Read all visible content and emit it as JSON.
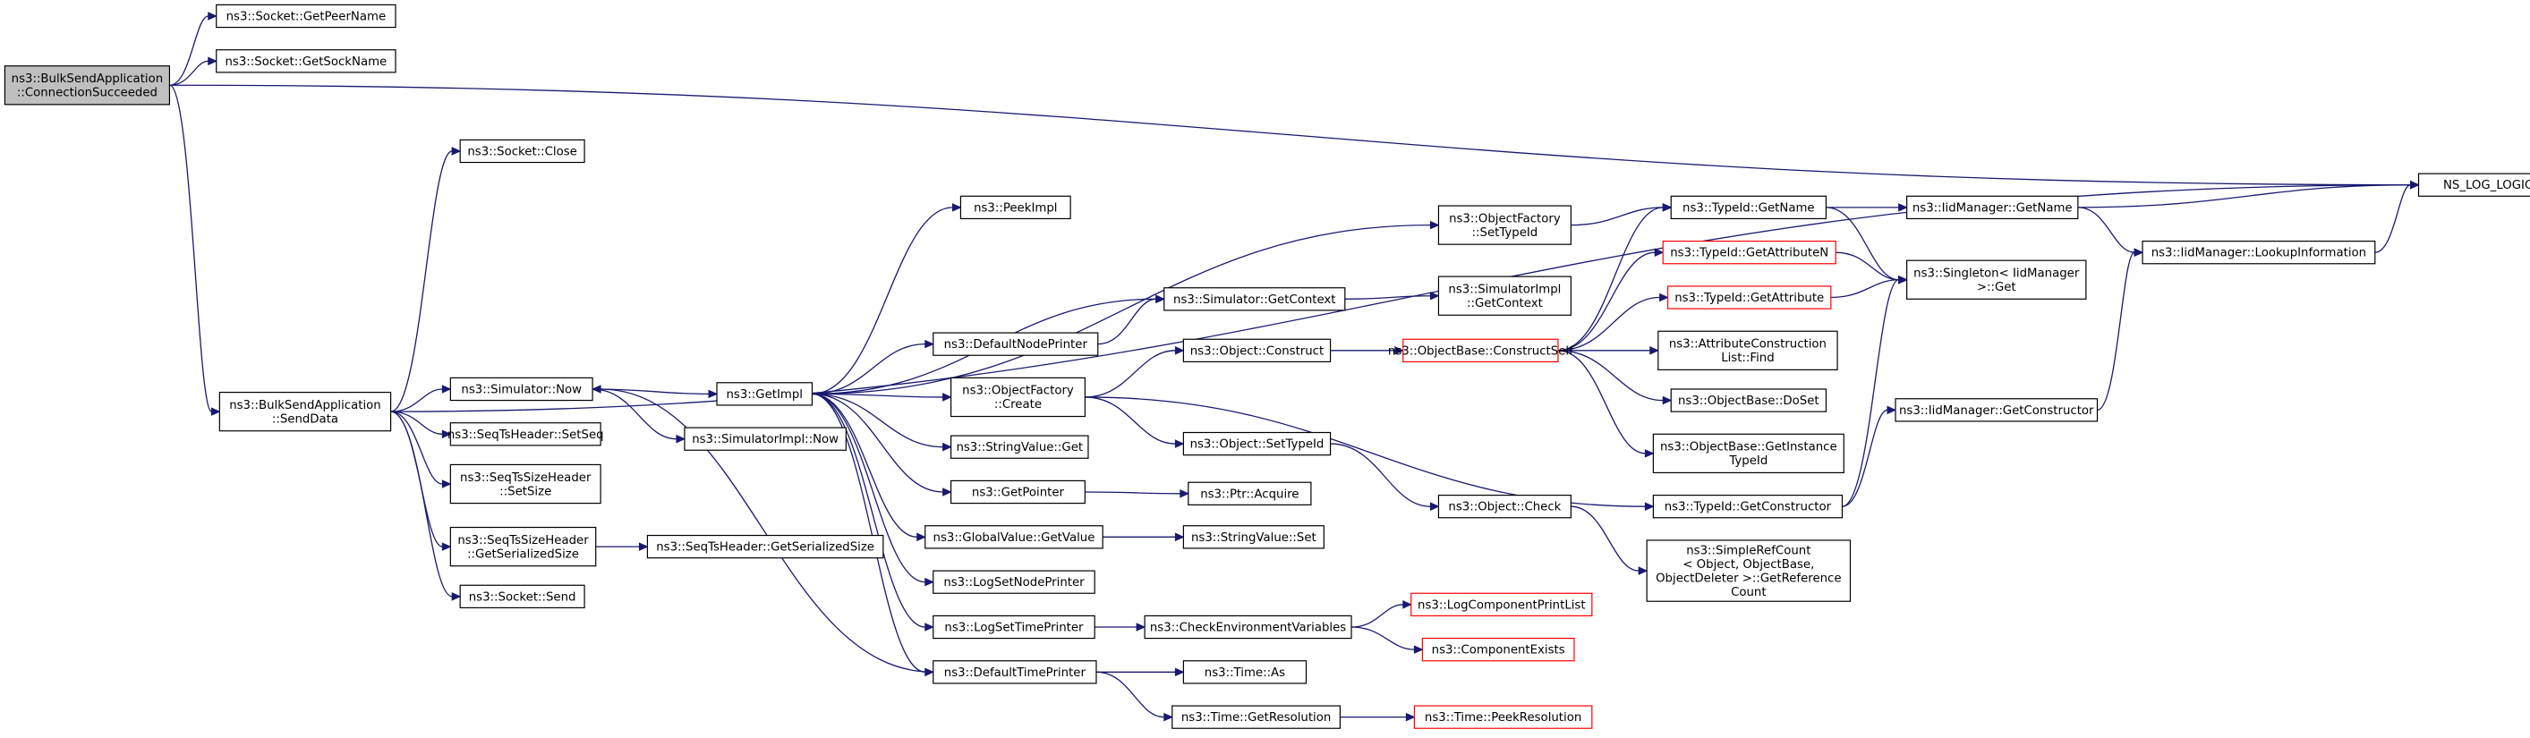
{
  "graph": {
    "colors": {
      "edge": "#191970",
      "root_fill": "#bfbfbf",
      "node_border": "#000000",
      "highlight_border": "#ff0000"
    },
    "nodes": [
      {
        "id": "root",
        "lines": [
          "ns3::BulkSendApplication",
          "::ConnectionSucceeded"
        ],
        "root": true
      },
      {
        "id": "getpeername",
        "lines": [
          "ns3::Socket::GetPeerName"
        ]
      },
      {
        "id": "getsockname",
        "lines": [
          "ns3::Socket::GetSockName"
        ]
      },
      {
        "id": "nslog",
        "lines": [
          "NS_LOG_LOGIC"
        ]
      },
      {
        "id": "senddata",
        "lines": [
          "ns3::BulkSendApplication",
          "::SendData"
        ]
      },
      {
        "id": "sockclose",
        "lines": [
          "ns3::Socket::Close"
        ]
      },
      {
        "id": "simnow",
        "lines": [
          "ns3::Simulator::Now"
        ]
      },
      {
        "id": "setseq",
        "lines": [
          "ns3::SeqTsHeader::SetSeq"
        ]
      },
      {
        "id": "setsize",
        "lines": [
          "ns3::SeqTsSizeHeader",
          "::SetSize"
        ]
      },
      {
        "id": "getsersize",
        "lines": [
          "ns3::SeqTsSizeHeader",
          "::GetSerializedSize"
        ]
      },
      {
        "id": "socksend",
        "lines": [
          "ns3::Socket::Send"
        ]
      },
      {
        "id": "seqtsgetser",
        "lines": [
          "ns3::SeqTsHeader::GetSerializedSize"
        ]
      },
      {
        "id": "getimpl",
        "lines": [
          "ns3::GetImpl"
        ]
      },
      {
        "id": "simimplnow",
        "lines": [
          "ns3::SimulatorImpl::Now"
        ]
      },
      {
        "id": "peekimpl",
        "lines": [
          "ns3::PeekImpl"
        ]
      },
      {
        "id": "defnodeprinter",
        "lines": [
          "ns3::DefaultNodePrinter"
        ]
      },
      {
        "id": "objfactcreate",
        "lines": [
          "ns3::ObjectFactory",
          "::Create"
        ]
      },
      {
        "id": "strvalget",
        "lines": [
          "ns3::StringValue::Get"
        ]
      },
      {
        "id": "getpointer",
        "lines": [
          "ns3::GetPointer"
        ]
      },
      {
        "id": "globalvalget",
        "lines": [
          "ns3::GlobalValue::GetValue"
        ]
      },
      {
        "id": "logsetnode",
        "lines": [
          "ns3::LogSetNodePrinter"
        ]
      },
      {
        "id": "logsettime",
        "lines": [
          "ns3::LogSetTimePrinter"
        ]
      },
      {
        "id": "deftimeprinter",
        "lines": [
          "ns3::DefaultTimePrinter"
        ]
      },
      {
        "id": "objfactsettype",
        "lines": [
          "ns3::ObjectFactory",
          "::SetTypeId"
        ]
      },
      {
        "id": "simgetctx",
        "lines": [
          "ns3::Simulator::GetContext"
        ]
      },
      {
        "id": "simimplgetctx",
        "lines": [
          "ns3::SimulatorImpl",
          "::GetContext"
        ]
      },
      {
        "id": "objconstruct",
        "lines": [
          "ns3::Object::Construct"
        ]
      },
      {
        "id": "objsettypeid",
        "lines": [
          "ns3::Object::SetTypeId"
        ]
      },
      {
        "id": "ptracquire",
        "lines": [
          "ns3::Ptr::Acquire"
        ]
      },
      {
        "id": "strvalset",
        "lines": [
          "ns3::StringValue::Set"
        ]
      },
      {
        "id": "checkenv",
        "lines": [
          "ns3::CheckEnvironmentVariables"
        ]
      },
      {
        "id": "timeas",
        "lines": [
          "ns3::Time::As"
        ]
      },
      {
        "id": "timegetres",
        "lines": [
          "ns3::Time::GetResolution"
        ]
      },
      {
        "id": "objcheck",
        "lines": [
          "ns3::Object::Check"
        ]
      },
      {
        "id": "constructself",
        "lines": [
          "ns3::ObjectBase::ConstructSelf"
        ],
        "red": true
      },
      {
        "id": "logcomplist",
        "lines": [
          "ns3::LogComponentPrintList"
        ],
        "red": true
      },
      {
        "id": "compexists",
        "lines": [
          "ns3::ComponentExists"
        ],
        "red": true
      },
      {
        "id": "timepeekres",
        "lines": [
          "ns3::Time::PeekResolution"
        ],
        "red": true
      },
      {
        "id": "typeidgetname",
        "lines": [
          "ns3::TypeId::GetName"
        ]
      },
      {
        "id": "typeidgetattrn",
        "lines": [
          "ns3::TypeId::GetAttributeN"
        ],
        "red": true
      },
      {
        "id": "typeidgetattr",
        "lines": [
          "ns3::TypeId::GetAttribute"
        ],
        "red": true
      },
      {
        "id": "attrconstrfind",
        "lines": [
          "ns3::AttributeConstruction",
          "List::Find"
        ]
      },
      {
        "id": "objbasedoset",
        "lines": [
          "ns3::ObjectBase::DoSet"
        ]
      },
      {
        "id": "objbasegetinst",
        "lines": [
          "ns3::ObjectBase::GetInstance",
          "TypeId"
        ]
      },
      {
        "id": "typeidgetctor",
        "lines": [
          "ns3::TypeId::GetConstructor"
        ]
      },
      {
        "id": "simplerefcount",
        "lines": [
          "ns3::SimpleRefCount",
          "< Object, ObjectBase,",
          "ObjectDeleter >::GetReference",
          "Count"
        ]
      },
      {
        "id": "iidgetname",
        "lines": [
          "ns3::IidManager::GetName"
        ]
      },
      {
        "id": "singletonget",
        "lines": [
          "ns3::Singleton< IidManager",
          ">::Get"
        ]
      },
      {
        "id": "iidgetctor",
        "lines": [
          "ns3::IidManager::GetConstructor"
        ]
      },
      {
        "id": "iidlookup",
        "lines": [
          "ns3::IidManager::LookupInformation"
        ]
      }
    ],
    "edges": [
      [
        "root",
        "getpeername"
      ],
      [
        "root",
        "getsockname"
      ],
      [
        "root",
        "nslog"
      ],
      [
        "root",
        "senddata"
      ],
      [
        "senddata",
        "sockclose"
      ],
      [
        "senddata",
        "nslog"
      ],
      [
        "senddata",
        "simnow"
      ],
      [
        "senddata",
        "setseq"
      ],
      [
        "senddata",
        "setsize"
      ],
      [
        "senddata",
        "getsersize"
      ],
      [
        "senddata",
        "socksend"
      ],
      [
        "getsersize",
        "seqtsgetser"
      ],
      [
        "simnow",
        "getimpl"
      ],
      [
        "simnow",
        "simimplnow"
      ],
      [
        "getimpl",
        "peekimpl"
      ],
      [
        "getimpl",
        "objfactsettype"
      ],
      [
        "getimpl",
        "simgetctx"
      ],
      [
        "getimpl",
        "defnodeprinter"
      ],
      [
        "getimpl",
        "objfactcreate"
      ],
      [
        "getimpl",
        "strvalget"
      ],
      [
        "getimpl",
        "getpointer"
      ],
      [
        "getimpl",
        "globalvalget"
      ],
      [
        "getimpl",
        "logsetnode"
      ],
      [
        "getimpl",
        "logsettime"
      ],
      [
        "getimpl",
        "deftimeprinter"
      ],
      [
        "defnodeprinter",
        "simgetctx"
      ],
      [
        "deftimeprinter",
        "simnow"
      ],
      [
        "objfactsettype",
        "typeidgetname"
      ],
      [
        "simgetctx",
        "simimplgetctx"
      ],
      [
        "objfactcreate",
        "objconstruct"
      ],
      [
        "objfactcreate",
        "objsettypeid"
      ],
      [
        "objfactcreate",
        "typeidgetctor"
      ],
      [
        "getpointer",
        "ptracquire"
      ],
      [
        "globalvalget",
        "strvalset"
      ],
      [
        "logsettime",
        "checkenv"
      ],
      [
        "deftimeprinter",
        "timeas"
      ],
      [
        "deftimeprinter",
        "timegetres"
      ],
      [
        "objconstruct",
        "constructself"
      ],
      [
        "objsettypeid",
        "objcheck"
      ],
      [
        "checkenv",
        "logcomplist"
      ],
      [
        "checkenv",
        "compexists"
      ],
      [
        "timegetres",
        "timepeekres"
      ],
      [
        "constructself",
        "typeidgetname"
      ],
      [
        "constructself",
        "typeidgetattrn"
      ],
      [
        "constructself",
        "typeidgetattr"
      ],
      [
        "constructself",
        "attrconstrfind"
      ],
      [
        "constructself",
        "objbasedoset"
      ],
      [
        "constructself",
        "objbasegetinst"
      ],
      [
        "objcheck",
        "simplerefcount"
      ],
      [
        "typeidgetname",
        "iidgetname"
      ],
      [
        "typeidgetname",
        "singletonget"
      ],
      [
        "typeidgetattrn",
        "singletonget"
      ],
      [
        "typeidgetattr",
        "singletonget"
      ],
      [
        "typeidgetctor",
        "singletonget"
      ],
      [
        "typeidgetctor",
        "iidgetctor"
      ],
      [
        "iidgetname",
        "nslog"
      ],
      [
        "iidgetname",
        "iidlookup"
      ],
      [
        "iidgetctor",
        "iidlookup"
      ],
      [
        "iidlookup",
        "nslog"
      ]
    ]
  }
}
